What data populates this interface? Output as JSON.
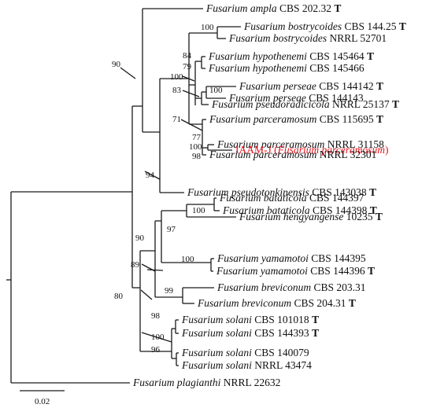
{
  "highlight_color": "#e8101a",
  "taxa": [
    {
      "id": "t1",
      "genus": "Fusarium",
      "species": "ampla",
      "strain": "CBS 202.32",
      "type": "T"
    },
    {
      "id": "t2",
      "genus": "Fusarium",
      "species": "bostrycoides",
      "strain": "CBS 144.25",
      "type": "T"
    },
    {
      "id": "t3",
      "genus": "Fusarium",
      "species": "bostrycoides",
      "strain": "NRRL 52701",
      "type": ""
    },
    {
      "id": "t4",
      "genus": "Fusarium",
      "species": "hypothenemi",
      "strain": "CBS 145464",
      "type": "T"
    },
    {
      "id": "t5",
      "genus": "Fusarium",
      "species": "hypothenemi",
      "strain": "CBS 145466",
      "type": ""
    },
    {
      "id": "t6",
      "genus": "Fusarium",
      "species": "perseae",
      "strain": "CBS 144142",
      "type": "T"
    },
    {
      "id": "t7",
      "genus": "Fusarium",
      "species": "perseae",
      "strain": "CBS 144143",
      "type": ""
    },
    {
      "id": "t8",
      "genus": "Fusarium",
      "species": "pseudoradicicola",
      "strain": "NRRL 25137",
      "type": "T"
    },
    {
      "id": "t9",
      "genus": "Fusarium",
      "species": "parceramosum",
      "strain": "CBS 115695",
      "type": "T"
    },
    {
      "id": "t10",
      "genus": "Fusarium",
      "species": "parceramosum",
      "strain": "NRRL 31158",
      "type": ""
    },
    {
      "id": "t11",
      "highlight": true,
      "prefix": "IAAM-J (",
      "genus": "Fusarium",
      "species": "parceramosum",
      "suffix": ")"
    },
    {
      "id": "t12",
      "genus": "Fusarium",
      "species": "parceramosum",
      "strain": "NRRL 32301",
      "type": ""
    },
    {
      "id": "t13",
      "genus": "Fusarium",
      "species": "pseudotonkinensis",
      "strain": "CBS 143038",
      "type": "T"
    },
    {
      "id": "t14",
      "genus": "Fusarium",
      "species": "bataticola",
      "strain": "CBS 144397",
      "type": ""
    },
    {
      "id": "t15",
      "genus": "Fusarium",
      "species": "bataticola",
      "strain": "CBS 144398",
      "type": "T"
    },
    {
      "id": "t16",
      "genus": "Fusarium",
      "species": "hengyangense",
      "strain": "10235",
      "type": "T"
    },
    {
      "id": "t17",
      "genus": "Fusarium",
      "species": "yamamotoi",
      "strain": "CBS 144395",
      "type": ""
    },
    {
      "id": "t18",
      "genus": "Fusarium",
      "species": "yamamotoi",
      "strain": "CBS 144396",
      "type": "T"
    },
    {
      "id": "t19",
      "genus": "Fusarium",
      "species": "breviconum",
      "strain": "CBS 203.31",
      "type": ""
    },
    {
      "id": "t20",
      "genus": "Fusarium",
      "species": "breviconum",
      "strain": "CBS 204.31",
      "type": "T"
    },
    {
      "id": "t21",
      "genus": "Fusarium",
      "species": "solani",
      "strain": "CBS 101018",
      "type": "T"
    },
    {
      "id": "t22",
      "genus": "Fusarium",
      "species": "solani",
      "strain": "CBS 144393",
      "type": "T"
    },
    {
      "id": "t23",
      "genus": "Fusarium",
      "species": "solani",
      "strain": "CBS 140079",
      "type": ""
    },
    {
      "id": "t24",
      "genus": "Fusarium",
      "species": "solani",
      "strain": "NRRL 43474",
      "type": ""
    },
    {
      "id": "t25",
      "genus": "Fusarium",
      "species": "plagianthi",
      "strain": "NRRL 22632",
      "type": ""
    }
  ],
  "bootstrap": [
    {
      "id": "n90a",
      "text": "90"
    },
    {
      "id": "n100a",
      "text": "100"
    },
    {
      "id": "n84",
      "text": "84"
    },
    {
      "id": "n79",
      "text": "79"
    },
    {
      "id": "n100b",
      "text": "100"
    },
    {
      "id": "n83",
      "text": "83"
    },
    {
      "id": "n100c",
      "text": "100"
    },
    {
      "id": "n71",
      "text": "71"
    },
    {
      "id": "n77",
      "text": "77"
    },
    {
      "id": "n100d",
      "text": "100"
    },
    {
      "id": "n98a",
      "text": "98"
    },
    {
      "id": "n94",
      "text": "94"
    },
    {
      "id": "n100e",
      "text": "100"
    },
    {
      "id": "n97",
      "text": "97"
    },
    {
      "id": "n90b",
      "text": "90"
    },
    {
      "id": "n100f",
      "text": "100"
    },
    {
      "id": "n89",
      "text": "89"
    },
    {
      "id": "n99",
      "text": "99"
    },
    {
      "id": "n80",
      "text": "80"
    },
    {
      "id": "n98b",
      "text": "98"
    },
    {
      "id": "n100g",
      "text": "100"
    },
    {
      "id": "n96",
      "text": "96"
    }
  ],
  "scale_bar": {
    "label": "0.02"
  }
}
